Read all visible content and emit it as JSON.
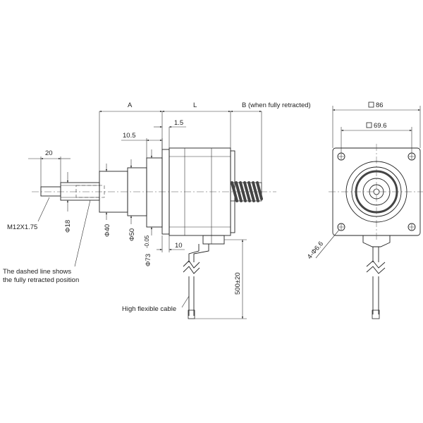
{
  "dimensions": {
    "a": "A",
    "l": "L",
    "b": "B (when fully retracted)",
    "d20": "20",
    "d10_5": "10.5",
    "d1_5": "1.5",
    "d10": "10",
    "sq86": "86",
    "sq69_6": "69.6",
    "dia18": "Φ18",
    "dia40": "Φ40",
    "dia50": "Φ50",
    "dia73": "Φ73",
    "dia73_tol": "-0.05",
    "cable_len": "500±20",
    "holes": "4-Φ6.6",
    "thread": "M12X1.75"
  },
  "notes": {
    "dashed_line_1": "The dashed line shows",
    "dashed_line_2": "the fully retracted position",
    "cable": "High flexible cable"
  },
  "colors": {
    "line": "#222222",
    "leadscrew": "#444444",
    "background": "#ffffff"
  }
}
